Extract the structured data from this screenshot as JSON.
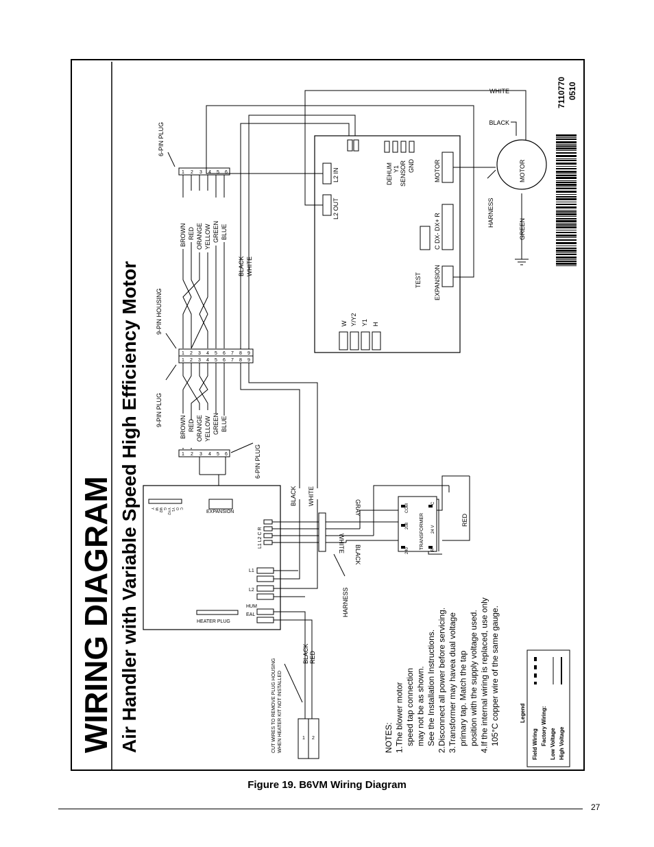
{
  "title": "WIRING DIAGRAM",
  "subtitle": "Air Handler with Variable Speed High Efficiency Motor",
  "caption": "Figure 19. B6VM Wiring Diagram",
  "page_number": "27",
  "part_number": "7110770",
  "date_code": "0510",
  "connectors": {
    "six_pin_plug": "6-PIN PLUG",
    "nine_pin_housing": "9-PIN HOUSING",
    "nine_pin_plug": "9-PIN PLUG",
    "six_pin_plug_lower": "6-PIN PLUG",
    "pins6": [
      "1",
      "2",
      "3",
      "4",
      "5",
      "6"
    ],
    "pins9": [
      "1",
      "2",
      "3",
      "4",
      "5",
      "6",
      "7",
      "8",
      "9"
    ]
  },
  "wires": {
    "colors_upper": [
      "BROWN",
      "RED",
      "ORANGE",
      "YELLOW",
      "GREEN",
      "BLUE"
    ],
    "colors_lower": [
      "BROWN",
      "RED",
      "ORANGE",
      "YELLOW",
      "GREEN",
      "BLUE"
    ],
    "black": "BLACK",
    "white": "WHITE",
    "black2": "BLACK",
    "white2": "WHITE",
    "white_top": "WHITE",
    "black_top": "BLACK",
    "green": "GREEN",
    "gray": "GRAY",
    "red": "RED",
    "white_t": "WHITE",
    "black_t": "BLACK",
    "black_h": "BLACK",
    "red_h": "RED"
  },
  "control_board": {
    "l2_in": "L2 IN",
    "l2_out": "L2 OUT",
    "dehum": "DEHUM",
    "y1": "Y1",
    "sensor": "SENSOR",
    "gnd": "GND",
    "motor": "MOTOR",
    "test": "TEST",
    "expansion": "EXPANSION",
    "cdx": "C DX- DX+ R",
    "w": "W",
    "y_y2": "Y/Y2",
    "y1b": "Y1",
    "h": "H"
  },
  "motor_label": "MOTOR",
  "harness_top": "HARNESS",
  "harness_bottom": "HARNESS",
  "lower_board": {
    "expansion": "EXPANSION",
    "heater_plug": "HEATER PLUG",
    "l1": "L1",
    "l2": "L2",
    "hum": "HUM",
    "eal": "EAL",
    "l1l2cr": "L1  L2  C  R",
    "terms": [
      "Y",
      "W",
      "W2",
      "G",
      "Y/Y2",
      "Y1",
      "O",
      "C"
    ]
  },
  "transformer": {
    "label": "TRANSFORMER",
    "v240": "240",
    "v208": "208",
    "com": "COM",
    "v24": "24 V",
    "r": "R",
    "c": "C"
  },
  "heater_note_1": "CUT WIRES TO REMOVE PLUG HOUSING",
  "heater_note_2": "WHEN HEATER KIT NOT INSTALLED",
  "plug_pins": [
    "1",
    "2"
  ],
  "notes": {
    "lines": [
      "NOTES:",
      "1.The blower motor",
      "   speed tap connection",
      "   may not be as shown.",
      "   See the Installation Instructions.",
      "2.Disconnect all power before servicing.",
      "3.Transformer may havea dual voltage",
      "   primary tap. Match the tap",
      "   position with the supply voltage used.",
      "4.If the internal wiring is replaced, use only",
      "   105°C copper wire of the same gauge."
    ]
  },
  "legend": {
    "title": "Legend",
    "field_wiring": "Field Wiring",
    "factory_wiring": "Factory Wiring:",
    "low_voltage": "Low Voltage",
    "high_voltage": "High Voltage"
  }
}
